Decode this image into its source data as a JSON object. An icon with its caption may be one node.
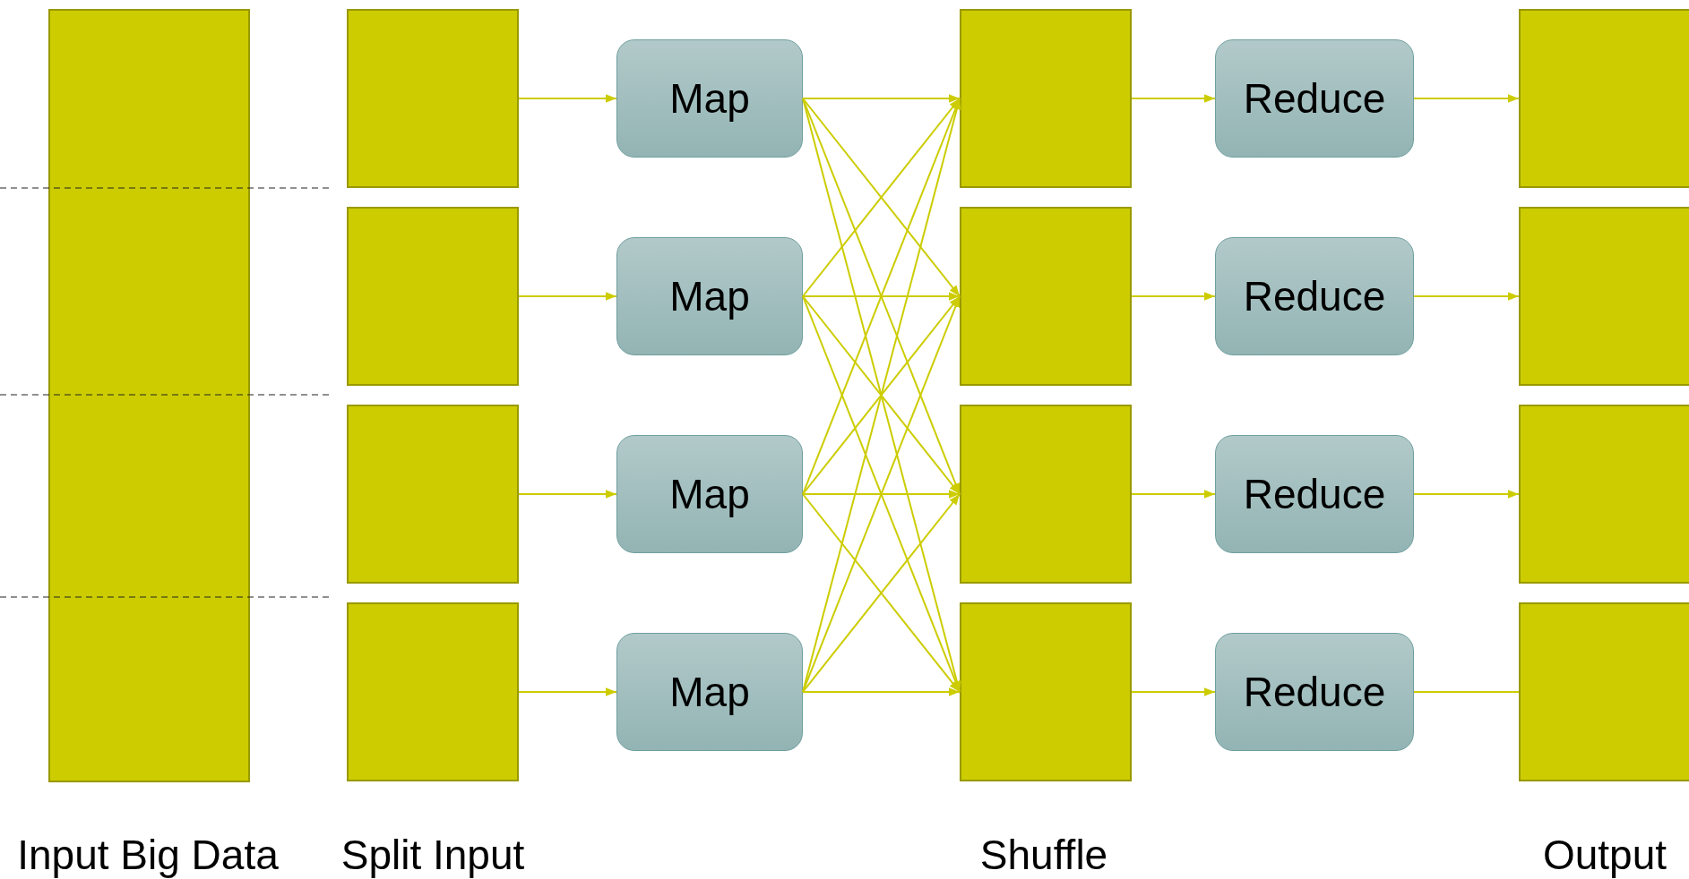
{
  "diagram": {
    "nodes": [
      {
        "text": [],
        "shape": "box"
      },
      {
        "text": [],
        "shape": "box"
      },
      {
        "text": [],
        "shape": "box"
      },
      {
        "text": [],
        "shape": "box"
      },
      {
        "text": [],
        "shape": "box"
      },
      {
        "text": [
          "Map"
        ]
      },
      {
        "text": [
          "Map"
        ]
      },
      {
        "text": [
          "Map"
        ]
      },
      {
        "text": [
          "Map"
        ]
      },
      {
        "text": [],
        "shape": "box"
      },
      {
        "text": [],
        "shape": "box"
      },
      {
        "text": [],
        "shape": "box"
      },
      {
        "text": [],
        "shape": "box"
      },
      {
        "text": [
          "Reduce"
        ]
      },
      {
        "text": [
          "Reduce"
        ]
      },
      {
        "text": [
          "Reduce"
        ]
      },
      {
        "text": [
          "Reduce"
        ]
      },
      {
        "text": [],
        "shape": "box"
      },
      {
        "text": [],
        "shape": "box"
      },
      {
        "text": [],
        "shape": "box"
      },
      {
        "text": [],
        "shape": "box"
      }
    ],
    "edges": [
      {
        "from": 1,
        "to": 5,
        "arrow": "to"
      },
      {
        "from": 2,
        "to": 6,
        "arrow": "to"
      },
      {
        "from": 3,
        "to": 7,
        "arrow": "to"
      },
      {
        "from": 4,
        "to": 8,
        "arrow": "to"
      },
      {
        "from": 5,
        "to": 9,
        "arrow": "to"
      },
      {
        "from": 5,
        "to": 10,
        "arrow": "to"
      },
      {
        "from": 5,
        "to": 11,
        "arrow": "to"
      },
      {
        "from": 5,
        "to": 12,
        "arrow": "to"
      },
      {
        "from": 6,
        "to": 9,
        "arrow": "to"
      },
      {
        "from": 6,
        "to": 10,
        "arrow": "to"
      },
      {
        "from": 6,
        "to": 11,
        "arrow": "to"
      },
      {
        "from": 6,
        "to": 12,
        "arrow": "to"
      },
      {
        "from": 7,
        "to": 9,
        "arrow": "to"
      },
      {
        "from": 7,
        "to": 10,
        "arrow": "to"
      },
      {
        "from": 7,
        "to": 11,
        "arrow": "to"
      },
      {
        "from": 7,
        "to": 12,
        "arrow": "to"
      },
      {
        "from": 8,
        "to": 9,
        "arrow": "to"
      },
      {
        "from": 8,
        "to": 10,
        "arrow": "to"
      },
      {
        "from": 8,
        "to": 11,
        "arrow": "to"
      },
      {
        "from": 8,
        "to": 12,
        "arrow": "to"
      },
      {
        "from": 9,
        "to": 13,
        "arrow": "to"
      },
      {
        "from": 10,
        "to": 14,
        "arrow": "to"
      },
      {
        "from": 11,
        "to": 15,
        "arrow": "to"
      },
      {
        "from": 12,
        "to": 16,
        "arrow": "to"
      },
      {
        "from": 13,
        "to": 17,
        "arrow": "to"
      },
      {
        "from": 14,
        "to": 18,
        "arrow": "to"
      },
      {
        "from": 15,
        "to": 19,
        "arrow": "to"
      },
      {
        "from": 16,
        "to": 20,
        "arrow": "none"
      }
    ],
    "labels": [
      "Input Big Data",
      "Split Input",
      "Shuffle",
      "Output"
    ]
  }
}
